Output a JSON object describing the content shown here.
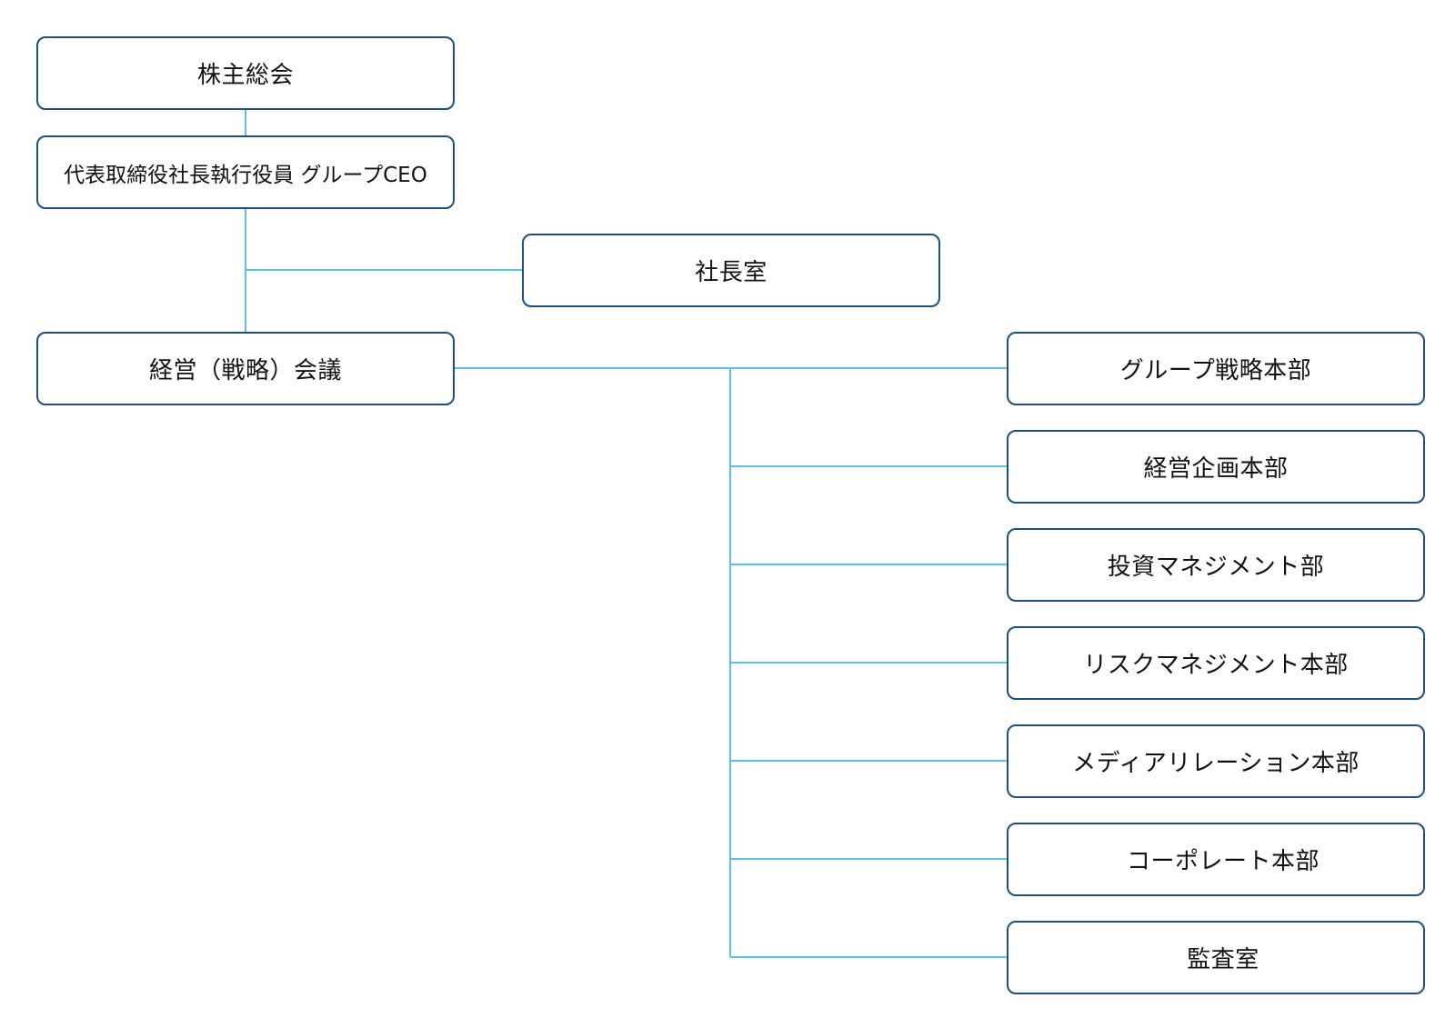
{
  "chart": {
    "shareholders": "株主総会",
    "ceo": "代表取締役社長執行役員 グループCEO",
    "president_office": "社長室",
    "management_meeting": "経営（戦略）会議",
    "divisions": [
      "グループ戦略本部",
      "経営企画本部",
      "投資マネジメント部",
      "リスクマネジメント本部",
      "メディアリレーション本部",
      "コーポレート本部",
      "監査室"
    ]
  },
  "colors": {
    "box_border": "#1b4f86",
    "connector": "#5bc0ec",
    "text": "#111111",
    "background": "#ffffff"
  }
}
